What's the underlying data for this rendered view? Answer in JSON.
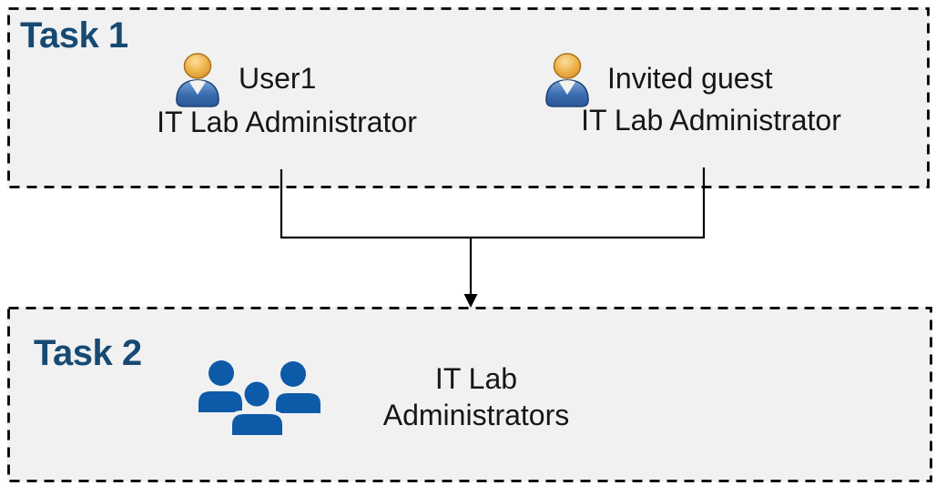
{
  "diagram": {
    "task1": {
      "label": "Task 1",
      "users": [
        {
          "name": "User1",
          "role": "IT Lab Administrator",
          "icon": "person-icon"
        },
        {
          "name": "Invited guest",
          "role": "IT Lab Administrator",
          "icon": "person-icon"
        }
      ]
    },
    "task2": {
      "label": "Task 2",
      "group": {
        "name_line1": "IT Lab",
        "name_line2": "Administrators",
        "icon": "people-group-icon"
      }
    },
    "connector": {
      "type": "merge-arrow-down"
    }
  },
  "colors": {
    "box_fill": "#f1f1f2",
    "box_border": "#000000",
    "task_label": "#174a73",
    "body_text": "#161616",
    "connector_line": "#000000",
    "group_icon_blue": "#0d5aa8",
    "person_head_gold": "#e9a93c",
    "person_body_blue": "#3a6cb0"
  }
}
